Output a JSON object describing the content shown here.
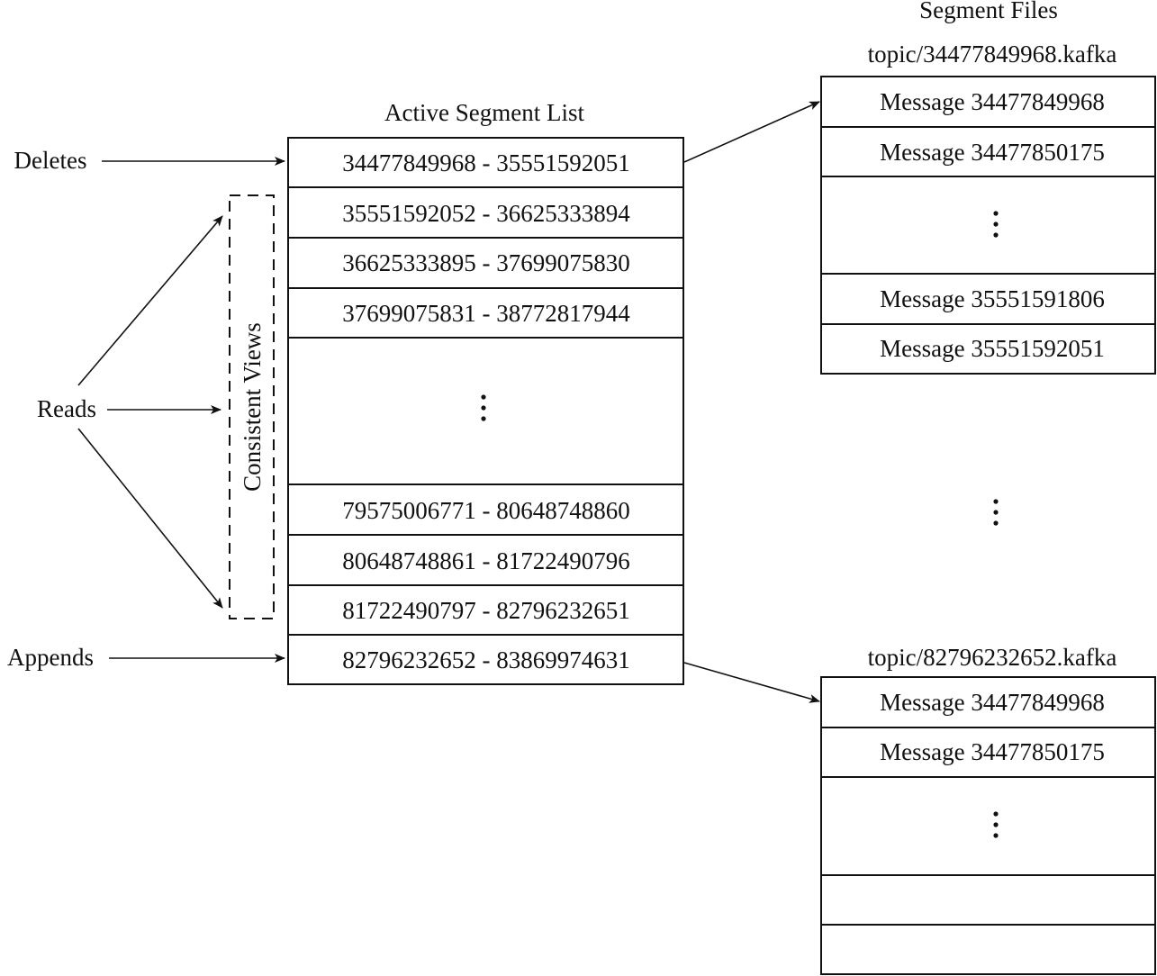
{
  "sources": {
    "deletes": "Deletes",
    "reads": "Reads",
    "appends": "Appends"
  },
  "consistent_views_label": "Consistent Views",
  "active_segment_list": {
    "title": "Active Segment List",
    "top_rows": [
      "34477849968 - 35551592051",
      "35551592052 - 36625333894",
      "36625333895 - 37699075830",
      "37699075831 - 38772817944"
    ],
    "bottom_rows": [
      "79575006771 - 80648748860",
      "80648748861 - 81722490796",
      "81722490797 - 82796232651",
      "82796232652 - 83869974631"
    ]
  },
  "segment_files": {
    "title": "Segment Files",
    "file1": {
      "name": "topic/34477849968.kafka",
      "top_rows": [
        "Message 34477849968",
        "Message 34477850175"
      ],
      "bottom_rows": [
        "Message 35551591806",
        "Message 35551592051"
      ]
    },
    "file2": {
      "name": "topic/82796232652.kafka",
      "top_rows": [
        "Message 34477849968",
        "Message 34477850175"
      ],
      "bottom_rows": [
        "",
        ""
      ]
    }
  }
}
